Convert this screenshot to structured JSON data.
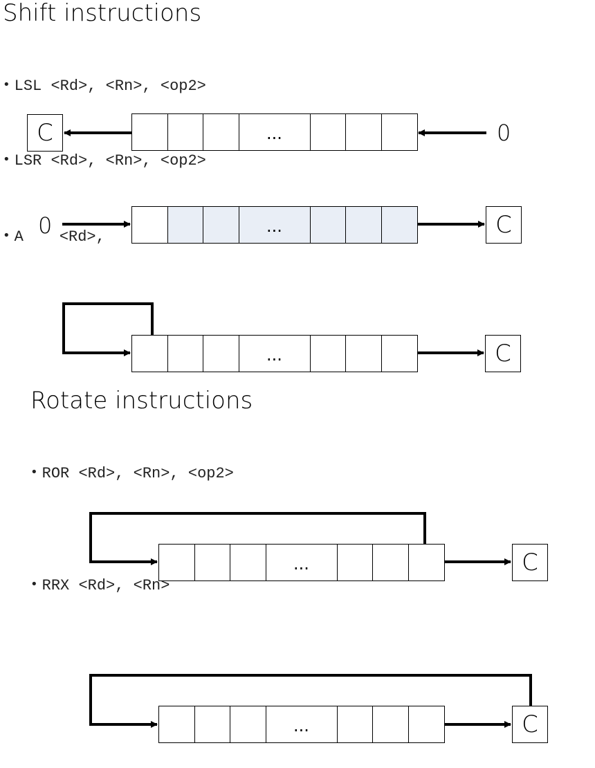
{
  "shift": {
    "title": "Shift instructions",
    "lsl": {
      "mnemonic": "LSL",
      "operands": "<Rd>, <Rn>, <op2>",
      "carry": "C",
      "input": "0"
    },
    "lsr": {
      "mnemonic": "LSR",
      "operands": "<Rd>, <Rn>, <op2>",
      "carry": "C",
      "input": "0"
    },
    "asr": {
      "mnemonic": "A",
      "operands": "<Rd>,",
      "carry": "C"
    }
  },
  "rotate": {
    "title": "Rotate instructions",
    "ror": {
      "mnemonic": "ROR",
      "operands": "<Rd>, <Rn>, <op2>",
      "carry": "C"
    },
    "rrx": {
      "mnemonic": "RRX",
      "operands": "<Rd>, <Rn>",
      "carry": "C"
    }
  },
  "register": {
    "ellipsis": "..."
  },
  "colors": {
    "shaded_cells": "#e9eef6",
    "lines": "#000000"
  }
}
